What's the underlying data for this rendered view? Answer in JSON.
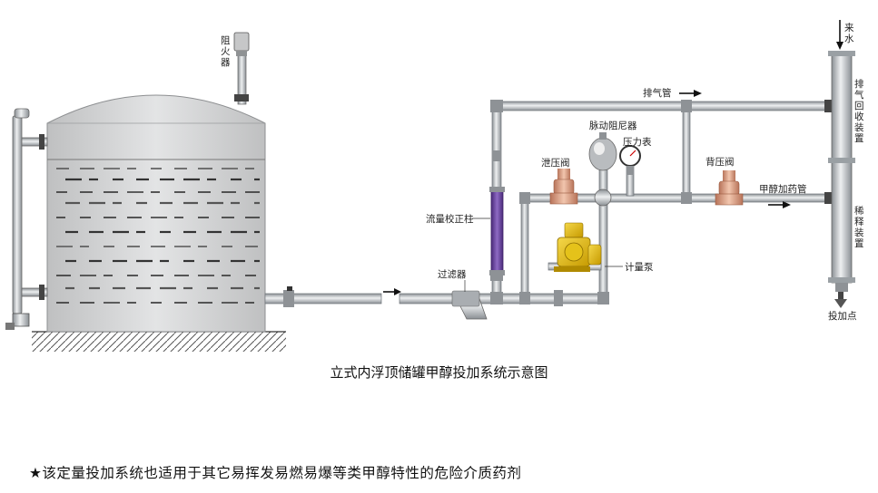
{
  "labels": {
    "flame_arrester": "阻火器",
    "exhaust_pipe": "排气管",
    "pulsation_damper": "脉动阻尼器",
    "pressure_gauge": "压力表",
    "relief_valve": "泄压阀",
    "back_pressure_valve": "背压阀",
    "methanol_dosing_pipe": "甲醇加药管",
    "flow_calibration_column": "流量校正柱",
    "filter": "过滤器",
    "metering_pump": "计量泵",
    "incoming_water": "来水",
    "exhaust_recovery": "排气回收装置",
    "dilution_device": "稀释装置",
    "dosing_point": "投加点"
  },
  "caption": "立式内浮顶储罐甲醇投加系统示意图",
  "note": "★该定量投加系统也适用于其它易挥发易燃易爆等类甲醇特性的危险介质药剂",
  "colors": {
    "pipe": "#c9ccce",
    "pipe_edge": "#6f7479",
    "tank": "#d3d3d3",
    "flow_column": "#6b3fa0",
    "pump": "#e0b800",
    "valve": "#d99b78"
  }
}
